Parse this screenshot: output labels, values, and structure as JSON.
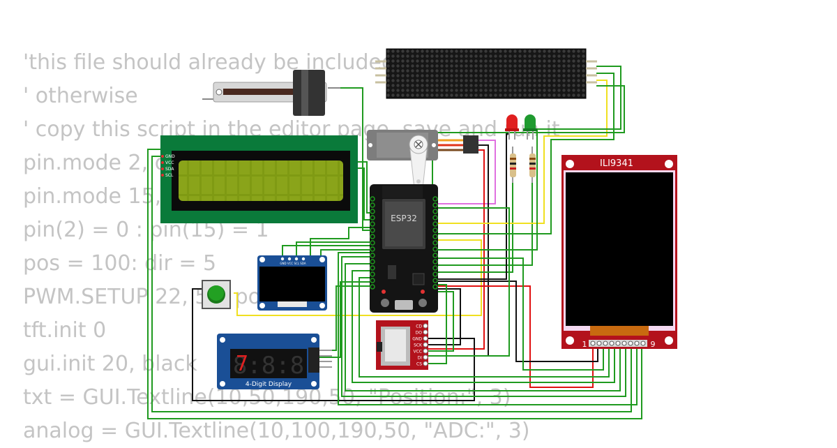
{
  "code_lines": [
    "'this file should already be included in the file system",
    "' otherwise",
    "' copy this script in the editor page, save and run it",
    "pin.mode 2, output",
    "pin.mode 15, output",
    "pin(2) = 0 : pin(15) = 1",
    "pos = 100: dir = 5",
    "PWM.SETUP 22, 50, pos, 12",
    "tft.init 0",
    "gui.init 20, black",
    "txt = GUI.Textline(10,50,190,50, \"Position:\", 3)",
    "analog = GUI.Textline(10,100,190,50, \"ADC:\", 3)"
  ],
  "components": {
    "mcu": {
      "label": "ESP32"
    },
    "tft": {
      "label": "ILI9341",
      "pin_first": "1",
      "pin_last": "9"
    },
    "segment_display": {
      "label": "4-Digit Display",
      "digits": "8:8:8"
    },
    "lcd": {
      "pins": [
        "GND",
        "VCC",
        "SDA",
        "SCL"
      ]
    },
    "oled": {
      "pins": "GND VCC SCL SDA"
    },
    "sd_card": {
      "pins": [
        "CD",
        "DO",
        "GND",
        "SCK",
        "VCC",
        "DI",
        "CS"
      ]
    }
  },
  "colors": {
    "wire_green": "#1f9a1f",
    "wire_black": "#111111",
    "wire_red": "#e01010",
    "wire_yellow": "#f0e020",
    "wire_pink": "#e070e0",
    "pcb_red": "#b3121c",
    "lcd_green": "#0a7a3a",
    "oled_blue": "#1a4f96",
    "code_gray": "#c4c4c4"
  }
}
